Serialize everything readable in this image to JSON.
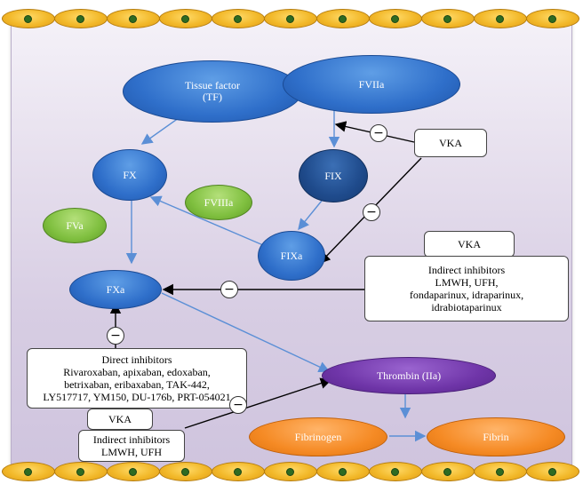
{
  "nodes": {
    "tissue_factor": "Tissue factor\n(TF)",
    "fviia": "FVIIa",
    "fx": "FX",
    "fix": "FIX",
    "fva": "FVa",
    "fviiia": "FVIIIa",
    "fixa": "FIXa",
    "fxa": "FXa",
    "thrombin": "Thrombin (IIa)",
    "fibrinogen": "Fibrinogen",
    "fibrin": "Fibrin"
  },
  "boxes": {
    "vka_top": "VKA",
    "vka_right_title": "VKA",
    "indirect_right": "Indirect inhibitors\nLMWH, UFH,\nfondaparinux, idraparinux,\nidrabiotaparinux",
    "direct_inhibitors": "Direct inhibitors\nRivaroxaban, apixaban, edoxaban,\nbetrixaban, eribaxaban, TAK-442,\nLY517717, YM150, DU-176b, PRT-054021",
    "vka_bottom_title": "VKA",
    "indirect_bottom": "Indirect inhibitors\nLMWH, UFH"
  },
  "inhibition_symbol": "−",
  "colors": {
    "factor_blue": "#2f6fca",
    "fix_navy": "#1f4b8c",
    "cofactor_green": "#7fbf3f",
    "thrombin_purple": "#6f35a8",
    "fibrin_orange": "#f58a24",
    "endothelial_cell": "#f2b829",
    "arrow_blue": "#5b8fd6",
    "inhibitor_arrow": "#000000"
  }
}
